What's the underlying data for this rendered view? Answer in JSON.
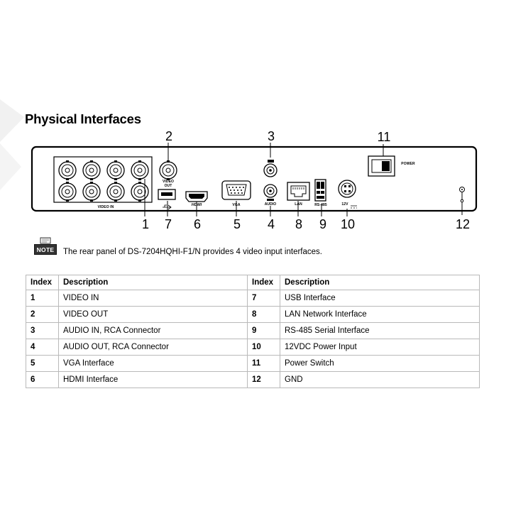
{
  "title": "Physical Interfaces",
  "panel": {
    "callouts": [
      "1",
      "2",
      "3",
      "4",
      "5",
      "6",
      "7",
      "8",
      "9",
      "10",
      "11",
      "12"
    ],
    "port_labels": {
      "video_in": "VIDEO IN",
      "video_out_line1": "VIDEO",
      "video_out_line2": "OUT",
      "hdmi": "HDMI",
      "vga": "VGA",
      "audio": "AUDIO",
      "lan": "LAN",
      "rs485": "RS-485",
      "power_in": "12V",
      "power_switch": "POWER"
    },
    "icons": [
      "bnc-connector-icon",
      "usb-icon",
      "hdmi-port-icon",
      "vga-port-icon",
      "rca-connector-icon",
      "rj45-port-icon",
      "rs485-terminal-icon",
      "dc-power-jack-icon",
      "power-switch-icon",
      "ground-icon"
    ]
  },
  "note": {
    "badge": "NOTE",
    "text": "The rear panel of DS-7204HQHI-F1/N provides 4 video input interfaces."
  },
  "table": {
    "headers": [
      "Index",
      "Description",
      "Index",
      "Description"
    ],
    "rows": [
      [
        "1",
        "VIDEO IN",
        "7",
        "USB Interface"
      ],
      [
        "2",
        "VIDEO OUT",
        "8",
        "LAN Network Interface"
      ],
      [
        "3",
        "AUDIO IN, RCA Connector",
        "9",
        "RS-485 Serial Interface"
      ],
      [
        "4",
        "AUDIO OUT, RCA Connector",
        "10",
        "12VDC Power Input"
      ],
      [
        "5",
        "VGA Interface",
        "11",
        "Power Switch"
      ],
      [
        "6",
        "HDMI Interface",
        "12",
        "GND"
      ]
    ]
  }
}
